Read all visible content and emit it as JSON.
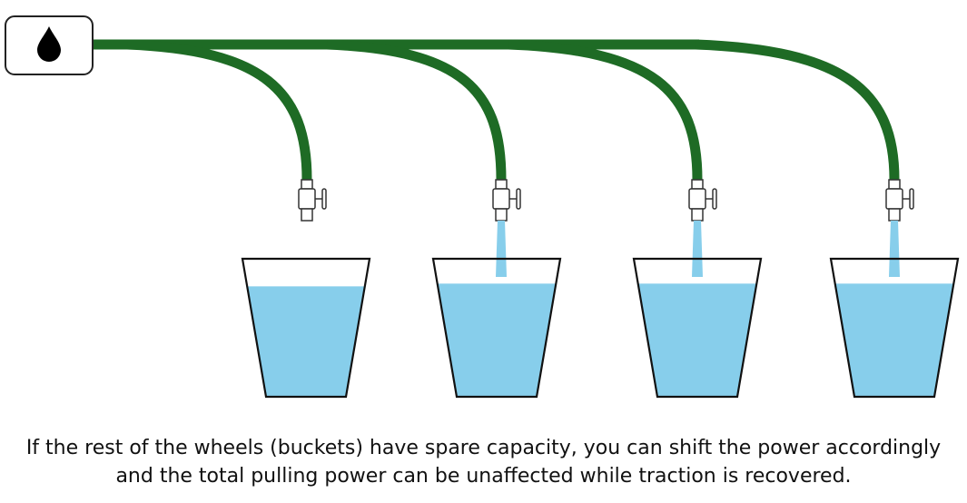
{
  "caption": {
    "line1": "If the rest of the wheels (buckets) have spare capacity, you can shift the power accordingly",
    "line2": "and the total pulling power can be unaffected while traction is recovered."
  },
  "source": {
    "icon": "water-drop-icon"
  },
  "colors": {
    "hose": "#1e6b25",
    "water": "#87ceeb",
    "outline": "#111111",
    "faucet": "#333333"
  },
  "buckets": [
    {
      "fill_level": 0.8,
      "flowing": false
    },
    {
      "fill_level": 0.82,
      "flowing": true
    },
    {
      "fill_level": 0.82,
      "flowing": true
    },
    {
      "fill_level": 0.82,
      "flowing": true
    }
  ]
}
